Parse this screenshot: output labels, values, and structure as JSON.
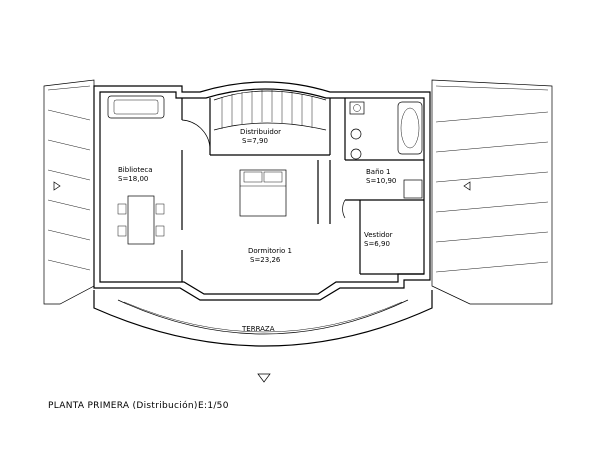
{
  "rooms": {
    "distribuidor": {
      "name": "Distribuidor",
      "area": "S=7,90"
    },
    "biblioteca": {
      "name": "Biblioteca",
      "area": "S=18,00"
    },
    "bano": {
      "name": "Baño  1",
      "area": "S=10,90"
    },
    "vestidor": {
      "name": "Vestidor",
      "area": "S=6,90"
    },
    "dormitorio": {
      "name": "Dormitorio  1",
      "area": "S=23,26"
    },
    "terraza": {
      "name": "TERRAZA"
    }
  },
  "caption": {
    "title": "PLANTA  PRIMERA  (Distribución)",
    "scale": "E:1/50"
  }
}
